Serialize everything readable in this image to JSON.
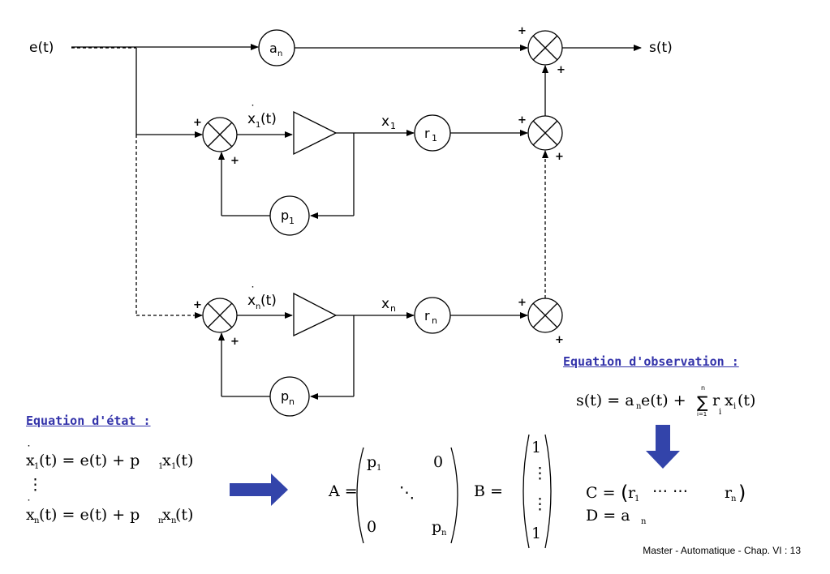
{
  "signals": {
    "input": "e(t)",
    "output": "s(t)"
  },
  "gains": {
    "an": "a",
    "an_sub": "n",
    "r1": "r",
    "r1_sub": "1",
    "rn": "r",
    "rn_sub": "n",
    "p1": "p",
    "p1_sub": "1",
    "pn": "p",
    "pn_sub": "n"
  },
  "states": {
    "x1": "x",
    "x1_sub": "1",
    "xn": "x",
    "xn_sub": "n",
    "x1dot": "x",
    "x1dot_sub": "1",
    "x1dot_arg": "(t)",
    "xndot": "x",
    "xndot_sub": "n",
    "xndot_arg": "(t)"
  },
  "sign": "+",
  "state_title": "Equation d'état :",
  "obs_title": "Equation d'observation :",
  "state_eq": {
    "line1": {
      "lhs": "x",
      "lhs_sub": "1",
      "mid": "(t) = e(t) + p",
      "p_sub": "1",
      "x": "x",
      "x_sub": "1",
      "end": "(t)"
    },
    "vdots": "⋮",
    "linen": {
      "lhs": "x",
      "lhs_sub": "n",
      "mid": "(t) = e(t) + p",
      "p_sub": "n",
      "x": "x",
      "x_sub": "n",
      "end": "(t)"
    }
  },
  "matrices": {
    "A_label": "A =",
    "A": {
      "p1": "p",
      "p1_sub": "1",
      "zero1": "0",
      "ddots": "⋱",
      "zero2": "0",
      "pn": "p",
      "pn_sub": "n"
    },
    "B_label": "B =",
    "B": {
      "one_top": "1",
      "dots": "⋮",
      "one_bottom": "1"
    }
  },
  "obs_eq": {
    "lhs": "s(t) = a",
    "a_sub": "n",
    "mid": "e(t) + ",
    "sum": "∑",
    "sum_top": "n",
    "sum_bottom": "i=1",
    "r": "r",
    "r_sub": "i",
    "x": "x",
    "x_sub": "i",
    "end": "(t)"
  },
  "C_eq": {
    "label": "C = ",
    "r1": "r",
    "r1_sub": "1",
    "cdots": "⋯   ⋯",
    "rn": "r",
    "rn_sub": "n"
  },
  "D_eq": {
    "label": "D = a",
    "sub": "n"
  },
  "footer": "Master - Automatique -  Chap. VI : 13",
  "colors": {
    "accent": "#3333aa",
    "arrow": "#3344aa"
  }
}
